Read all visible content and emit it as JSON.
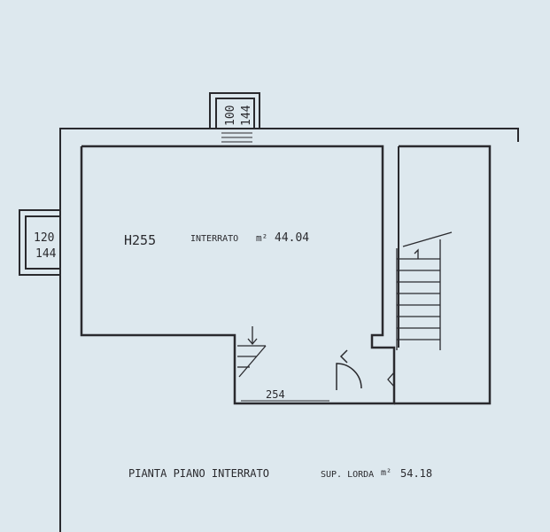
{
  "plan": {
    "height_label": "H255",
    "room_label": "INTERRATO",
    "room_area_unit": "m²",
    "room_area": "44.04",
    "top_window_width": "100",
    "top_window_height": "144",
    "left_window_width": "120",
    "left_window_height": "144",
    "lower_dimension": "254"
  },
  "caption": {
    "title": "PIANTA PIANO INTERRATO",
    "gross_label": "SUP. LORDA",
    "gross_unit": "m²",
    "gross_area": "54.18"
  },
  "colors": {
    "paper": "#dde8ee",
    "ink": "#2a2a2e"
  }
}
